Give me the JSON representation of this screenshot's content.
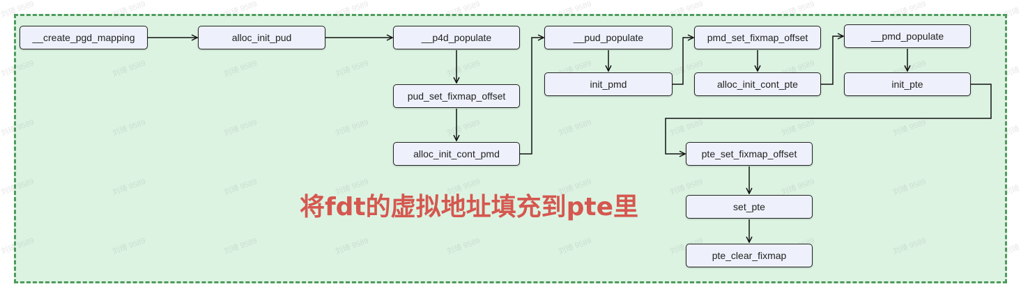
{
  "watermark": "刘琦 9589",
  "title": "将fdt的虚拟地址填充到pte里",
  "nodes": {
    "create_pgd_mapping": "__create_pgd_mapping",
    "alloc_init_pud": "alloc_init_pud",
    "p4d_populate": "__p4d_populate",
    "pud_set_fixmap_offset": "pud_set_fixmap_offset",
    "alloc_init_cont_pmd": "alloc_init_cont_pmd",
    "pud_populate": "__pud_populate",
    "init_pmd": "init_pmd",
    "pmd_set_fixmap_offset": "pmd_set_fixmap_offset",
    "alloc_init_cont_pte": "alloc_init_cont_pte",
    "pmd_populate": "__pmd_populate",
    "init_pte": "init_pte",
    "pte_set_fixmap_offset": "pte_set_fixmap_offset",
    "set_pte": "set_pte",
    "pte_clear_fixmap": "pte_clear_fixmap"
  },
  "colors": {
    "frame_border": "#4f9a5d",
    "frame_bg": "#dcf3e2",
    "title": "#d5574f"
  }
}
